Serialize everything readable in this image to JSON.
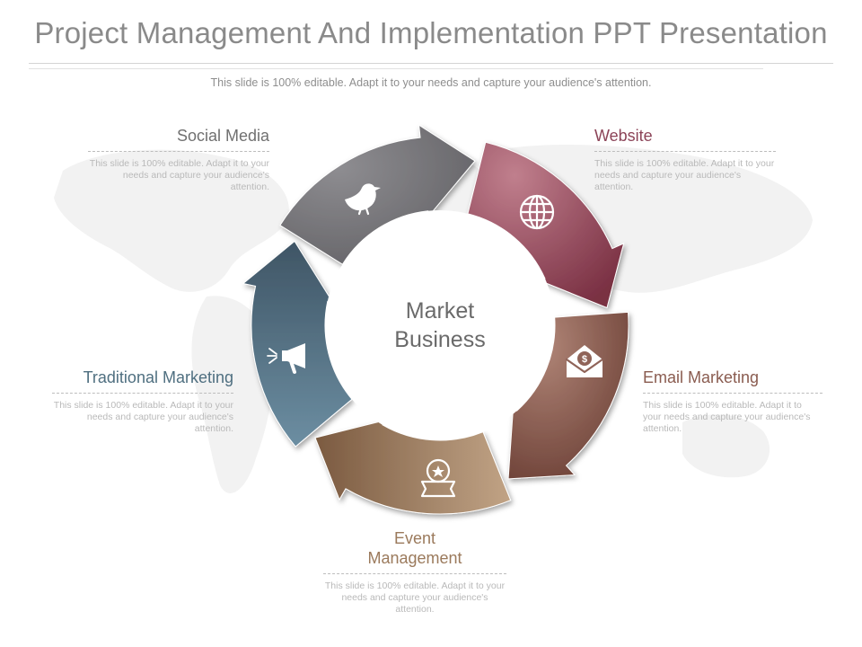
{
  "title": "Project Management And Implementation PPT Presentation",
  "subtitle": "This slide is 100% editable. Adapt it to your needs and capture your audience's attention.",
  "center": {
    "line1": "Market",
    "line2": "Business"
  },
  "segments": [
    {
      "id": "social-media",
      "label": "Social Media",
      "desc": "This slide is 100% editable. Adapt it to your needs and capture your audience's attention.",
      "color": "#7c7b7f",
      "icon": "bird-icon"
    },
    {
      "id": "website",
      "label": "Website",
      "desc": "This slide is 100% editable. Adapt it to your needs and capture your audience's attention.",
      "color": "#9c4a5c",
      "icon": "globe-icon"
    },
    {
      "id": "email-marketing",
      "label": "Email Marketing",
      "desc": "This slide is 100% editable. Adapt it to your needs and capture your audience's attention.",
      "color": "#8f6358",
      "icon": "dollar-envelope-icon"
    },
    {
      "id": "event-management",
      "label": "Event Management",
      "label_line1": "Event",
      "label_line2": "Management",
      "desc": "This slide is 100% editable. Adapt it to your needs and capture your audience's attention.",
      "color": "#9a7a5e",
      "icon": "award-ribbon-icon"
    },
    {
      "id": "traditional-marketing",
      "label": "Traditional Marketing",
      "desc": "This slide is 100% editable. Adapt it to your needs and capture your audience's attention.",
      "color": "#53707f",
      "icon": "megaphone-icon"
    }
  ]
}
